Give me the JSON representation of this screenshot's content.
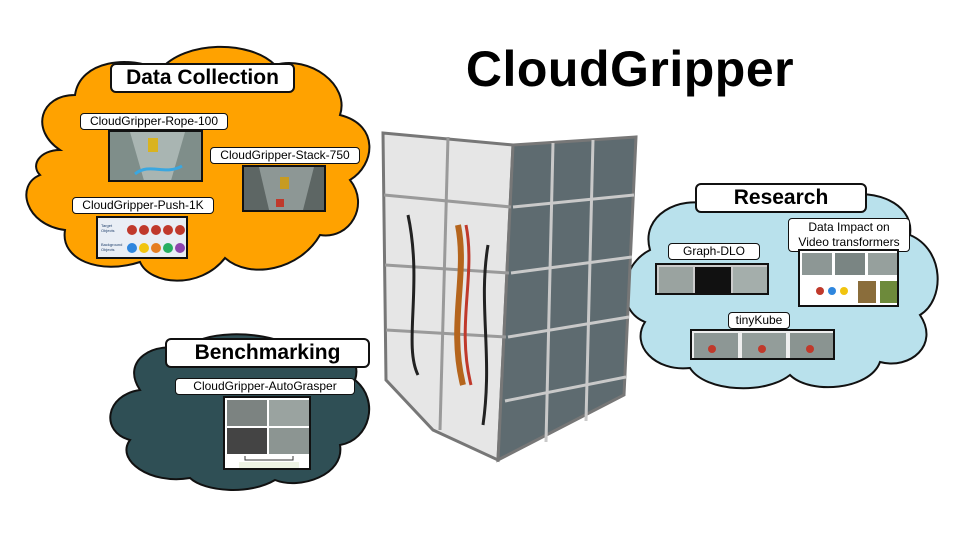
{
  "title": "CloudGripper",
  "colors": {
    "data_collection_cloud": "#ffa200",
    "benchmarking_cloud": "#2f4f55",
    "research_cloud": "#b9e1ec",
    "outline": "#111111"
  },
  "sections": {
    "data_collection": {
      "label": "Data Collection",
      "items": {
        "rope": "CloudGripper-Rope-100",
        "stack": "CloudGripper-Stack-750",
        "push": "CloudGripper-Push-1K"
      },
      "push_thumb_text": {
        "target": "Target Objects",
        "background": "Background Objects"
      }
    },
    "benchmarking": {
      "label": "Benchmarking",
      "items": {
        "autograsper": "CloudGripper-AutoGrasper"
      }
    },
    "research": {
      "label": "Research",
      "items": {
        "graph_dlo": "Graph-DLO",
        "data_impact": "Data Impact on Video transformers",
        "tinykube": "tinyKube"
      }
    }
  }
}
